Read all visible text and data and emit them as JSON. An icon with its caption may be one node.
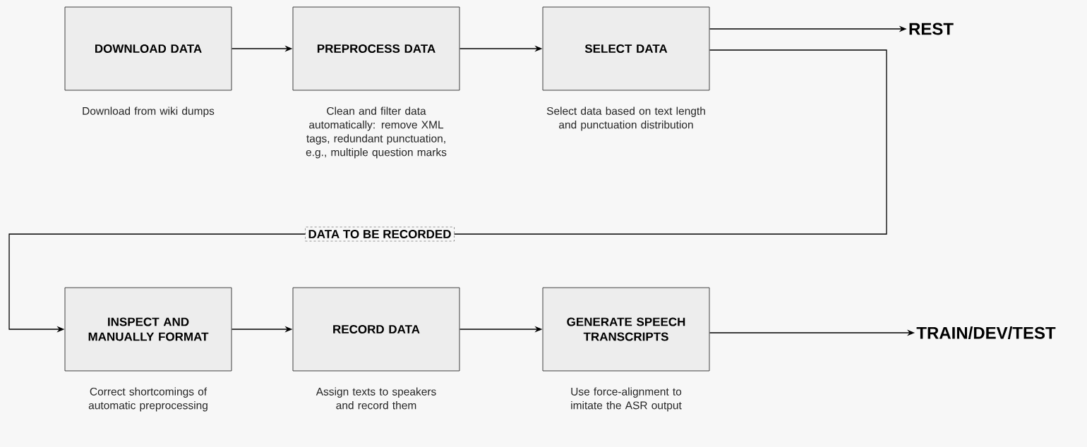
{
  "diagram": {
    "nodes": [
      {
        "text": [
          "DOWNLOAD DATA"
        ],
        "beside": [
          "Download from wiki dumps"
        ]
      },
      {
        "text": [
          "PREPROCESS DATA"
        ],
        "beside": [
          "Clean and filter data automatically: remove XML tags, redundant punctuation, e.g., multiple question marks"
        ]
      },
      {
        "text": [
          "SELECT DATA"
        ],
        "beside": [
          "Select data based on text length and punctuation distribution"
        ]
      },
      {
        "text": [
          "REST"
        ]
      },
      {
        "text": [
          "INSPECT AND MANUALLY FORMAT"
        ],
        "beside": [
          "Correct shortcomings of automatic preprocessing"
        ]
      },
      {
        "text": [
          "RECORD DATA"
        ],
        "beside": [
          "Assign texts to speakers and record them"
        ]
      },
      {
        "text": [
          "GENERATE SPEECH TRANSCRIPTS"
        ],
        "beside": [
          "Use force-alignment to imitate the ASR output"
        ]
      },
      {
        "text": [
          "TRAIN/DEV/TEST"
        ]
      }
    ],
    "edges": [
      {
        "from": 0,
        "to": 1,
        "arrow": "to"
      },
      {
        "from": 1,
        "to": 2,
        "arrow": "to"
      },
      {
        "from": 2,
        "to": 3,
        "arrow": "to"
      },
      {
        "from": 2,
        "to": 4,
        "arrow": "to",
        "label": "DATA TO BE RECORDED"
      },
      {
        "from": 4,
        "to": 5,
        "arrow": "to"
      },
      {
        "from": 5,
        "to": 6,
        "arrow": "to"
      },
      {
        "from": 6,
        "to": 7,
        "arrow": "to"
      }
    ]
  }
}
